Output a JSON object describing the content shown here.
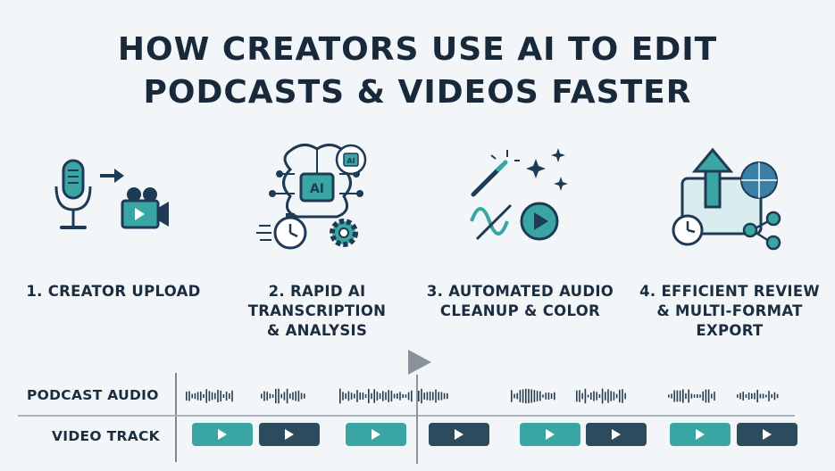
{
  "title": {
    "line1": "HOW CREATORS USE AI TO EDIT",
    "line2": "PODCASTS & VIDEOS FASTER"
  },
  "steps": [
    {
      "line1": "1. CREATOR UPLOAD",
      "line2": "",
      "line3": "",
      "icon": "microphone-to-camera-icon"
    },
    {
      "line1": "2. RAPID AI",
      "line2": "TRANSCRIPTION",
      "line3": "& ANALYSIS",
      "icon": "ai-brain-icon"
    },
    {
      "line1": "3. AUTOMATED AUDIO",
      "line2": "CLEANUP & COLOR",
      "line3": "",
      "icon": "magic-wand-icon"
    },
    {
      "line1": "4. EFFICIENT REVIEW",
      "line2": "& MULTI-FORMAT",
      "line3": "EXPORT",
      "icon": "export-share-icon"
    }
  ],
  "ai_chip_label": "AI",
  "ai_badge_label": "AI",
  "timeline": {
    "audio_label": "PODCAST AUDIO",
    "video_label": "VIDEO TRACK",
    "clips": [
      "teal",
      "dark",
      "teal",
      "dark",
      "teal",
      "dark",
      "teal",
      "dark"
    ]
  },
  "colors": {
    "teal": "#3aa6a3",
    "navy": "#1f3a55",
    "dark_clip": "#2c4c5d",
    "background": "#f2f6f9"
  }
}
